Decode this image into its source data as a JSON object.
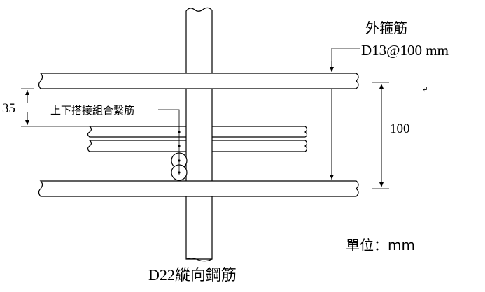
{
  "labels": {
    "outer_hoop_title": "外箍筋",
    "outer_hoop_spec": "D13@100 mm",
    "lap_tie_label": "上下搭接組合繫筋",
    "spacing_35": "35",
    "spacing_100": "100",
    "unit_label": "單位：mm",
    "longitudinal_bar": "D22縱向鋼筋",
    "return_mark": "↵"
  },
  "colors": {
    "stroke": "#000000",
    "background": "#ffffff"
  }
}
